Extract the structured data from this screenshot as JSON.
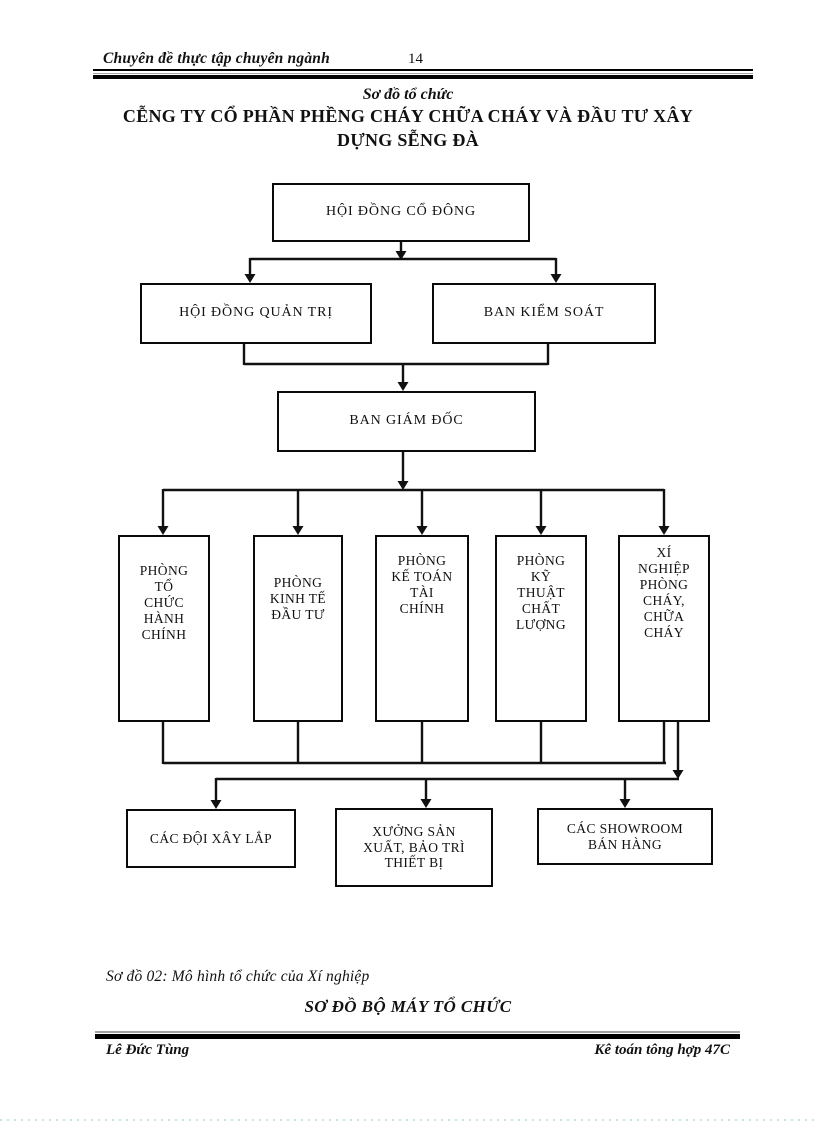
{
  "header": {
    "title": "Chuyên đề thực tập chuyên ngành",
    "page_number": "14"
  },
  "title_block": {
    "subtitle": "Sơ đồ tổ chức",
    "company_name": "CỄNG TY CỔ PHẦN PHỀNG CHÁY CHỮA CHÁY VÀ ĐẦU TƯ XÂY\nDỰNG SỄNG ĐÀ"
  },
  "org_chart": {
    "hoi_dong_co_dong": "HỘI ĐỒNG CỔ ĐÔNG",
    "hoi_dong_quan_tri": "HỘI ĐỒNG QUẢN TRỊ",
    "ban_kiem_soat": "BAN KIỂM SOÁT",
    "ban_giam_doc": "BAN GIÁM ĐỐC",
    "phong_to_chuc_hanh_chinh": "PHÒNG\nTỔ\nCHỨC\nHÀNH\nCHÍNH",
    "phong_kinh_te_dau_tu": "PHÒNG\nKINH TẾ\nĐẦU TƯ",
    "phong_ke_toan_tai_chinh": "PHÒNG\nKẾ TOÁN\nTÀI\nCHÍNH",
    "phong_ky_thuat_chat_luong": "PHÒNG\nKỸ\nTHUẬT\nCHẤT\nLƯỢNG",
    "xi_nghiep_phong_chay_chua_chay": "XÍ\nNGHIỆP\nPHÒNG\nCHÁY,\nCHỮA\nCHÁY",
    "cac_doi_xay_lap": "CÁC ĐỘI XÂY LẮP",
    "xuong_san_xuat_bao_tri_thiet_bi": "XƯỞNG SẢN\nXUẤT, BẢO TRÌ\nTHIẾT BỊ",
    "cac_showroom_ban_hang": "CÁC SHOWROOM\nBÁN HÀNG"
  },
  "caption": {
    "figure_caption": "Sơ đồ 02: Mô hình tổ chức của Xí nghiệp",
    "diagram_title": "SƠ ĐỒ BỘ MÁY TỔ CHỨC"
  },
  "footer": {
    "author": "Lê Đức Tùng",
    "class_name": "Kê toán tông hợp 47C"
  },
  "colors": {
    "ink": "#111111",
    "bottom_dotted_line": "#c9e8da"
  }
}
